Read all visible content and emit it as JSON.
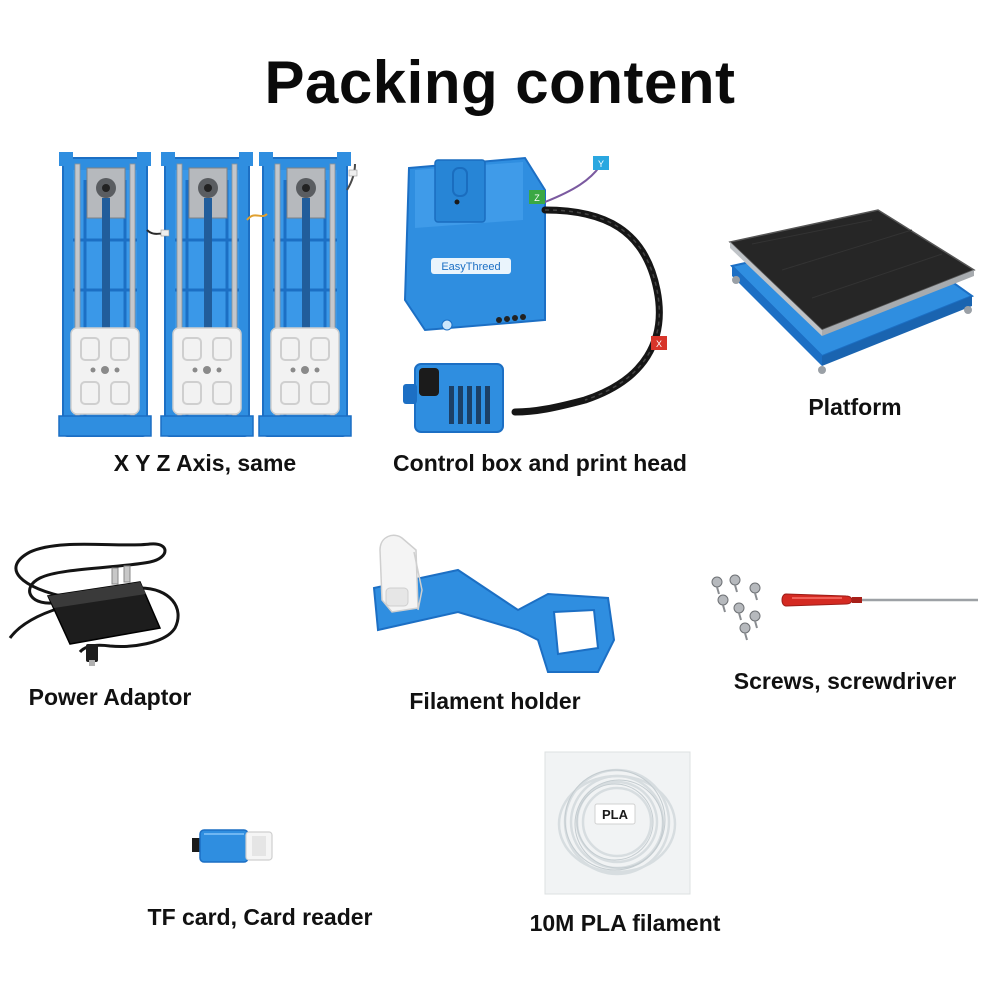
{
  "page": {
    "title": "Packing content"
  },
  "items": [
    {
      "key": "axis",
      "caption": "X Y Z Axis, same"
    },
    {
      "key": "control",
      "caption": "Control box and print head",
      "brand_label": "EasyThreed",
      "wire_labels": [
        "Y",
        "Z",
        "X"
      ]
    },
    {
      "key": "platform",
      "caption": "Platform"
    },
    {
      "key": "power",
      "caption": "Power Adaptor"
    },
    {
      "key": "holder",
      "caption": "Filament holder"
    },
    {
      "key": "screws",
      "caption": "Screws, screwdriver"
    },
    {
      "key": "tfcard",
      "caption": "TF card, Card reader"
    },
    {
      "key": "filament",
      "caption": "10M PLA filament",
      "bag_label": "PLA"
    }
  ],
  "colors": {
    "body_blue": "#2f8ee0",
    "dark_blue": "#1c6fc4",
    "light_blue": "#6fb6f2",
    "white_part": "#f2f2f2",
    "steel": "#b9bcc0",
    "black": "#1a1a1a",
    "screwdriver_red": "#d42a22"
  },
  "icons": [
    "axis-module-icon",
    "control-box-icon",
    "platform-icon",
    "power-adaptor-icon",
    "filament-holder-icon",
    "screw-icon",
    "screwdriver-icon",
    "card-reader-icon",
    "filament-coil-icon"
  ]
}
